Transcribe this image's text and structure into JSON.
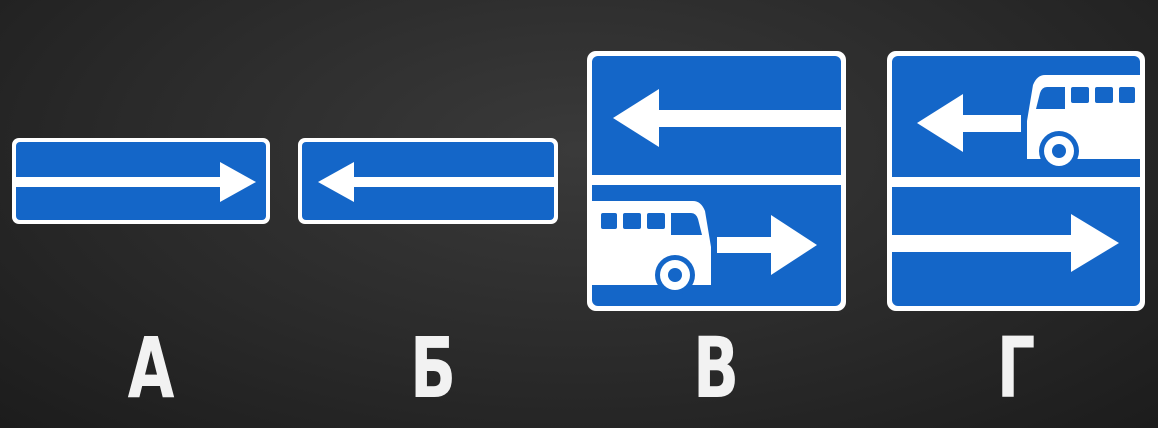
{
  "signs": [
    {
      "label": "А",
      "icon": "lane-arrow-right-sign-icon"
    },
    {
      "label": "Б",
      "icon": "lane-arrow-left-sign-icon"
    },
    {
      "label": "В",
      "icon": "lanes-left-arrow-and-bus-lane-right-sign-icon"
    },
    {
      "label": "Г",
      "icon": "lanes-bus-lane-left-and-right-arrow-sign-icon"
    }
  ],
  "colors": {
    "sign_blue": "#1466c8",
    "sign_white": "#ffffff",
    "background": "#2b2b2b",
    "label": "#f2f2f2"
  }
}
